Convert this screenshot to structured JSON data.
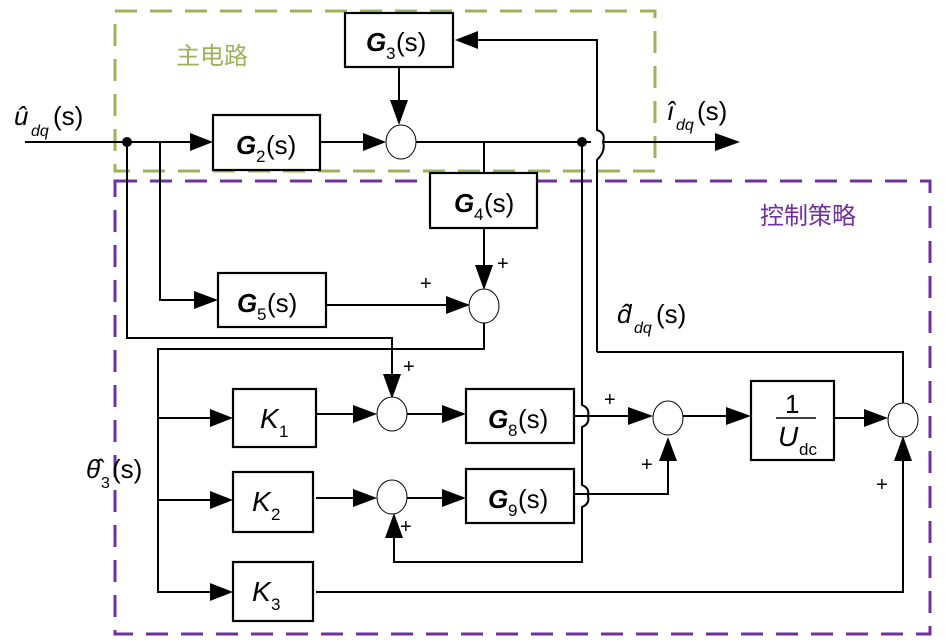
{
  "regions": {
    "main_circuit": {
      "label": "主电路",
      "color": "#9bb45a"
    },
    "control_strategy": {
      "label": "控制策略",
      "color": "#7030a0"
    }
  },
  "signals": {
    "input": {
      "base": "û",
      "sub": "dq",
      "arg": "(s)"
    },
    "output": {
      "base": "î",
      "sub": "dq",
      "arg": "(s)"
    },
    "duty": {
      "base": "d̂",
      "sub": "dq",
      "arg": "(s)"
    },
    "theta": {
      "base": "θ̂",
      "sub": "3",
      "arg": "(s)"
    }
  },
  "blocks": {
    "G2": {
      "base": "G",
      "sub": "2",
      "arg": "(s)"
    },
    "G3": {
      "base": "G",
      "sub": "3",
      "arg": "(s)"
    },
    "G4": {
      "base": "G",
      "sub": "4",
      "arg": "(s)"
    },
    "G5": {
      "base": "G",
      "sub": "5",
      "arg": "(s)"
    },
    "G8": {
      "base": "G",
      "sub": "8",
      "arg": "(s)"
    },
    "G9": {
      "base": "G",
      "sub": "9",
      "arg": "(s)"
    },
    "K1": {
      "base": "K",
      "sub": "1"
    },
    "K2": {
      "base": "K",
      "sub": "2"
    },
    "K3": {
      "base": "K",
      "sub": "3"
    },
    "Udc": {
      "numerator": "1",
      "base": "U",
      "sub": "dc"
    }
  },
  "signs": {
    "plus": "+"
  }
}
